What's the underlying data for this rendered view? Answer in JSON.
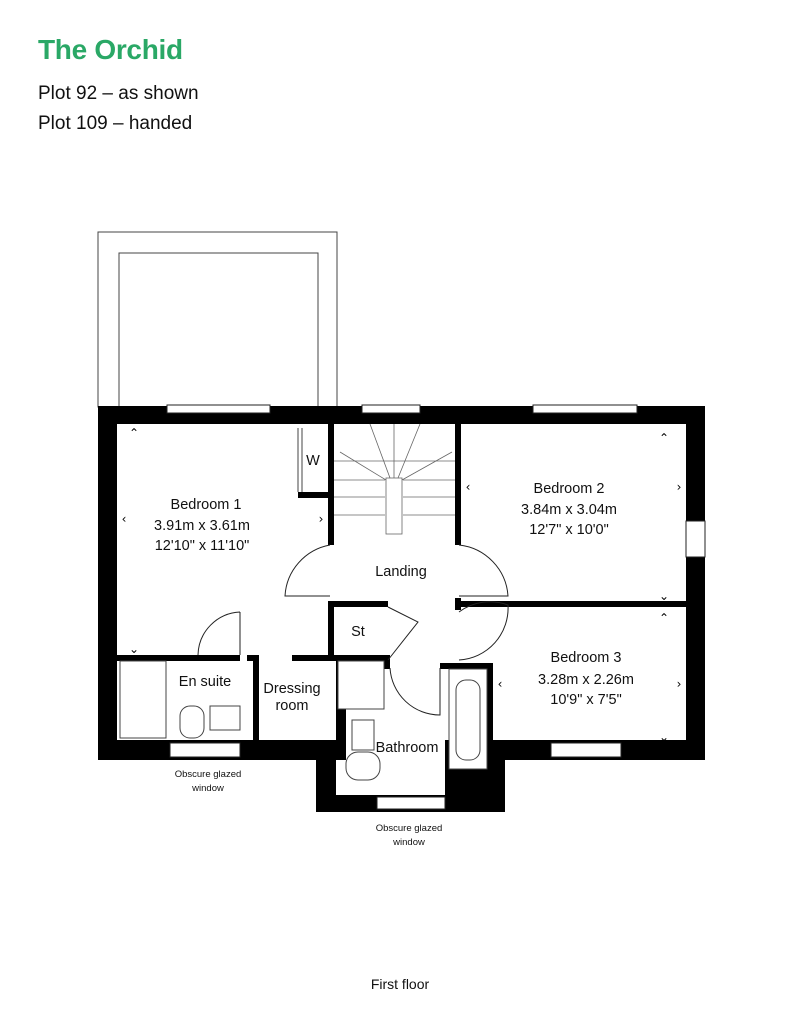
{
  "header": {
    "title": "The Orchid",
    "plots": [
      "Plot 92 – as shown",
      "Plot 109 – handed"
    ]
  },
  "colors": {
    "brand": "#2aa866",
    "walls": "#000000"
  },
  "rooms": {
    "bedroom1": {
      "name": "Bedroom 1",
      "metric": "3.91m x 3.61m",
      "imperial": "12'10\" x 11'10\""
    },
    "bedroom2": {
      "name": "Bedroom 2",
      "metric": "3.84m x 3.04m",
      "imperial": "12'7\" x 10'0\""
    },
    "bedroom3": {
      "name": "Bedroom 3",
      "metric": "3.28m x 2.26m",
      "imperial": "10'9\" x 7'5\""
    },
    "landing": "Landing",
    "storage": "St",
    "wardrobe": "W",
    "ensuite": "En suite",
    "dressing": [
      "Dressing",
      "room"
    ],
    "bathroom": "Bathroom"
  },
  "notes": {
    "obscure_window": [
      "Obscure glazed",
      "window"
    ]
  },
  "floor_label": "First floor"
}
